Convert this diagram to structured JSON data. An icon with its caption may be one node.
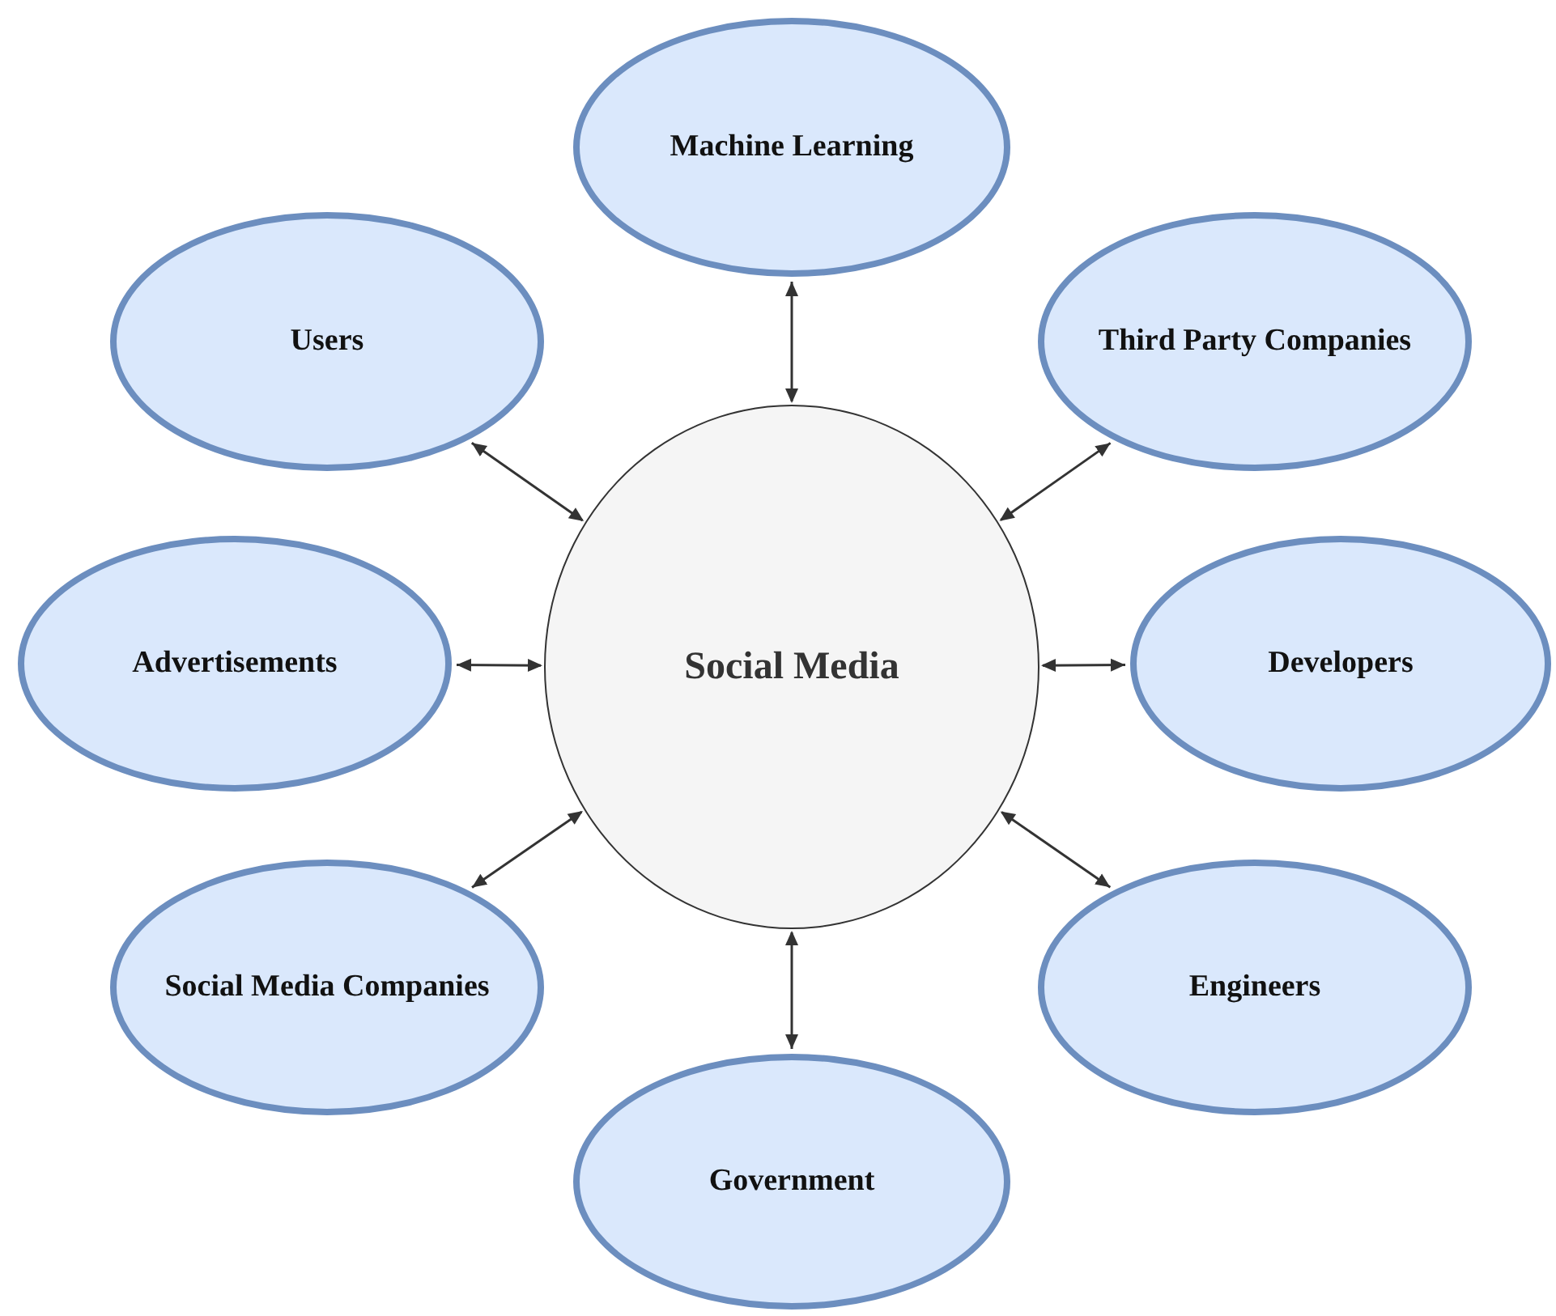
{
  "diagram": {
    "nodes": [
      {
        "text": [
          "Social Media"
        ]
      },
      {
        "text": [
          "Machine Learning"
        ]
      },
      {
        "text": [
          "Users"
        ]
      },
      {
        "text": [
          "Third Party Companies"
        ]
      },
      {
        "text": [
          "Advertisements"
        ]
      },
      {
        "text": [
          "Developers"
        ]
      },
      {
        "text": [
          "Social Media Companies"
        ]
      },
      {
        "text": [
          "Engineers"
        ]
      },
      {
        "text": [
          "Government"
        ]
      }
    ],
    "edges": [
      {
        "from": 0,
        "to": 1,
        "arrow": "both"
      },
      {
        "from": 0,
        "to": 2,
        "arrow": "both"
      },
      {
        "from": 0,
        "to": 3,
        "arrow": "both"
      },
      {
        "from": 0,
        "to": 4,
        "arrow": "both"
      },
      {
        "from": 0,
        "to": 5,
        "arrow": "both"
      },
      {
        "from": 0,
        "to": 6,
        "arrow": "both"
      },
      {
        "from": 0,
        "to": 7,
        "arrow": "both"
      },
      {
        "from": 0,
        "to": 8,
        "arrow": "both"
      }
    ]
  }
}
